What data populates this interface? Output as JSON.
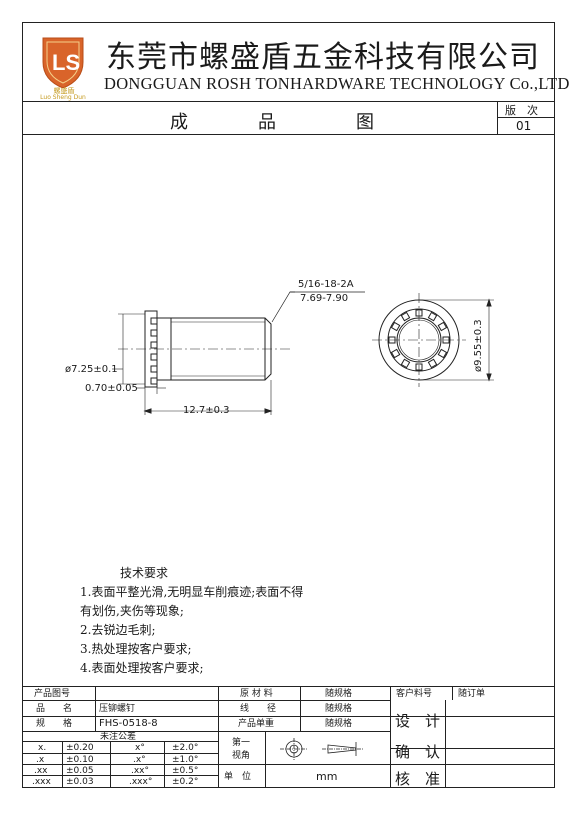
{
  "company": {
    "name_cn": "东莞市螺盛盾五金科技有限公司",
    "name_en": "DONGGUAN ROSH TONHARDWARE TECHNOLOGY Co.,LTD",
    "logo_caption_cn": "螺盛盾",
    "logo_caption_en": "Luo Sheng Dun",
    "logo_letters": "LS"
  },
  "sheet": {
    "title_chars": [
      "成",
      "品",
      "图"
    ],
    "version_label": "版　次",
    "version_value": "01"
  },
  "drawing": {
    "thread_spec": "5/16-18-2A",
    "thread_range": "7.69-7.90",
    "head_diameter": "ø7.25±0.1",
    "flange_thickness": "0.70±0.05",
    "length": "12.7±0.3",
    "outer_diameter": "ø9.55±0.3"
  },
  "notes": {
    "heading": "技术要求",
    "lines": [
      "1.表面平整光滑,无明显车削痕迹;表面不得",
      "有划伤,夹伤等现象;",
      "2.去锐边毛刺;",
      "3.热处理按客户要求;",
      "4.表面处理按客户要求;"
    ]
  },
  "table": {
    "product_no_label": "产品图号",
    "name_label": "品　　名",
    "name_value": "压铆螺钉",
    "spec_label": "规　　格",
    "spec_value": "FHS-0518-8",
    "material_label": "原 材 料",
    "material_value": "随规格",
    "wire_label": "线　　径",
    "wire_value": "随规格",
    "unit_weight_label": "产品单重",
    "unit_weight_value": "随规格",
    "customer_no_label": "客户料号",
    "customer_no_value": "随订单",
    "design_label": "设　计",
    "confirm_label": "确　认",
    "approve_label": "核　准",
    "tolerance_heading": "未注公差",
    "tolerances": [
      {
        "digits": "x.",
        "linear": "±0.20",
        "angle_digits": "x°",
        "angle": "±2.0°"
      },
      {
        "digits": ".x",
        "linear": "±0.10",
        "angle_digits": ".x°",
        "angle": "±1.0°"
      },
      {
        "digits": ".xx",
        "linear": "±0.05",
        "angle_digits": ".xx°",
        "angle": "±0.5°"
      },
      {
        "digits": ".xxx",
        "linear": "±0.03",
        "angle_digits": ".xxx°",
        "angle": "±0.2°"
      }
    ],
    "projection_label_1": "第一",
    "projection_label_2": "视角",
    "unit_label": "单　位",
    "unit_value": "mm"
  },
  "colors": {
    "logo_orange": "#d9642a",
    "logo_gold": "#c59a1e"
  }
}
